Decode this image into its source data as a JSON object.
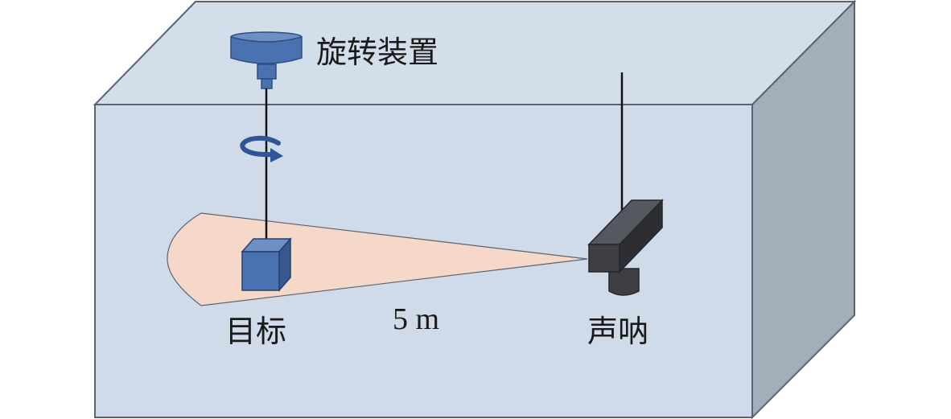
{
  "labels": {
    "rotator": "旋转装置",
    "target": "目标",
    "distance": "5 m",
    "sonar": "声呐"
  },
  "colors": {
    "tank_front": "#cfdbe9",
    "tank_top": "#d3deeb",
    "tank_side": "#a3aebb",
    "tank_edge": "#5c6270",
    "beam": "#f6d8c8",
    "device_blue": "#4a72b0",
    "device_blue_dark": "#2f4f82",
    "sonar_dark": "#3d3f44",
    "sonar_darker": "#24262a"
  },
  "icons": {
    "rotation": "rotation-arrow-icon"
  }
}
